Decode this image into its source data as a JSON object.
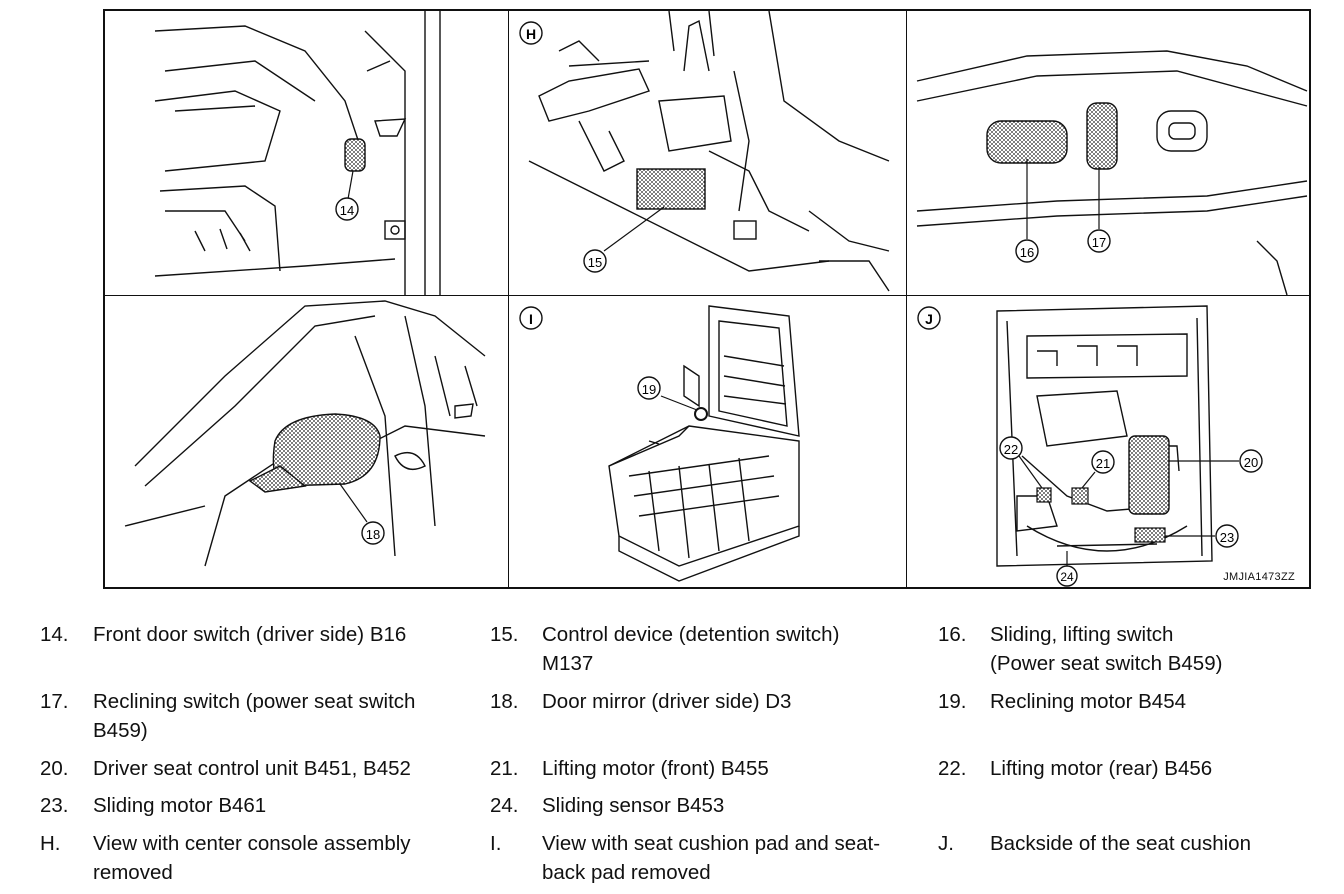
{
  "figure": {
    "code": "JMJIA1473ZZ",
    "panels": {
      "H": {
        "label": "H"
      },
      "I": {
        "label": "I"
      },
      "J": {
        "label": "J"
      }
    },
    "callouts": [
      "14",
      "15",
      "16",
      "17",
      "18",
      "19",
      "20",
      "21",
      "22",
      "23",
      "24"
    ]
  },
  "legend": [
    {
      "num": "14.",
      "text": "Front door switch (driver side) B16"
    },
    {
      "num": "15.",
      "text": "Control device (detention switch)\nM137"
    },
    {
      "num": "16.",
      "text": "Sliding, lifting switch\n (Power seat switch B459)"
    },
    {
      "num": "17.",
      "text": "Reclining switch (power seat switch\nB459)"
    },
    {
      "num": "18.",
      "text": " Door mirror (driver side) D3"
    },
    {
      "num": "19.",
      "text": "Reclining motor B454"
    },
    {
      "num": "20.",
      "text": " Driver seat control unit B451, B452"
    },
    {
      "num": "21.",
      "text": "Lifting motor (front) B455"
    },
    {
      "num": "22.",
      "text": "Lifting motor (rear) B456"
    },
    {
      "num": "23.",
      "text": "Sliding motor B461"
    },
    {
      "num": "24.",
      "text": "Sliding sensor B453"
    },
    {
      "num": "H.",
      "text": "View with center console assembly\nremoved"
    },
    {
      "num": "I.",
      "text": "View with seat cushion pad and seat-\nback pad removed"
    },
    {
      "num": "J.",
      "text": "Backside of the seat cushion"
    }
  ]
}
